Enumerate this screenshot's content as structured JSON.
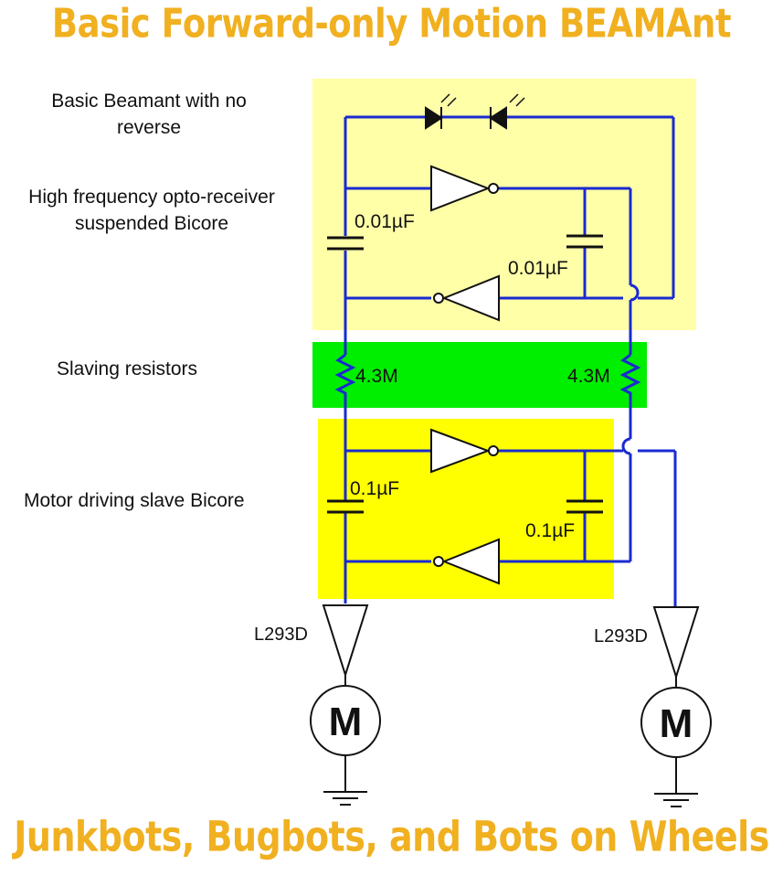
{
  "title": "Basic Forward-only Motion BEAMAnt",
  "footer": "Junkbots, Bugbots, and Bots on Wheels",
  "sections": {
    "basic": "Basic Beamant with no reverse",
    "hf": "High frequency opto-receiver suspended Bicore",
    "slaving": "Slaving resistors",
    "motor": "Motor driving slave Bicore"
  },
  "components": {
    "cap_hf_left": "0.01µF",
    "cap_hf_right": "0.01µF",
    "res_left": "4.3M",
    "res_right": "4.3M",
    "cap_motor_left": "0.1µF",
    "cap_motor_right": "0.1µF",
    "driver_left": "L293D",
    "driver_right": "L293D",
    "motor_left": "M",
    "motor_right": "M"
  },
  "colors": {
    "title": "#f0b020",
    "wire": "#1a2ad0",
    "hf_region": "#ffffa8",
    "slaving_region": "#00ee00",
    "motor_region": "#ffff00"
  }
}
